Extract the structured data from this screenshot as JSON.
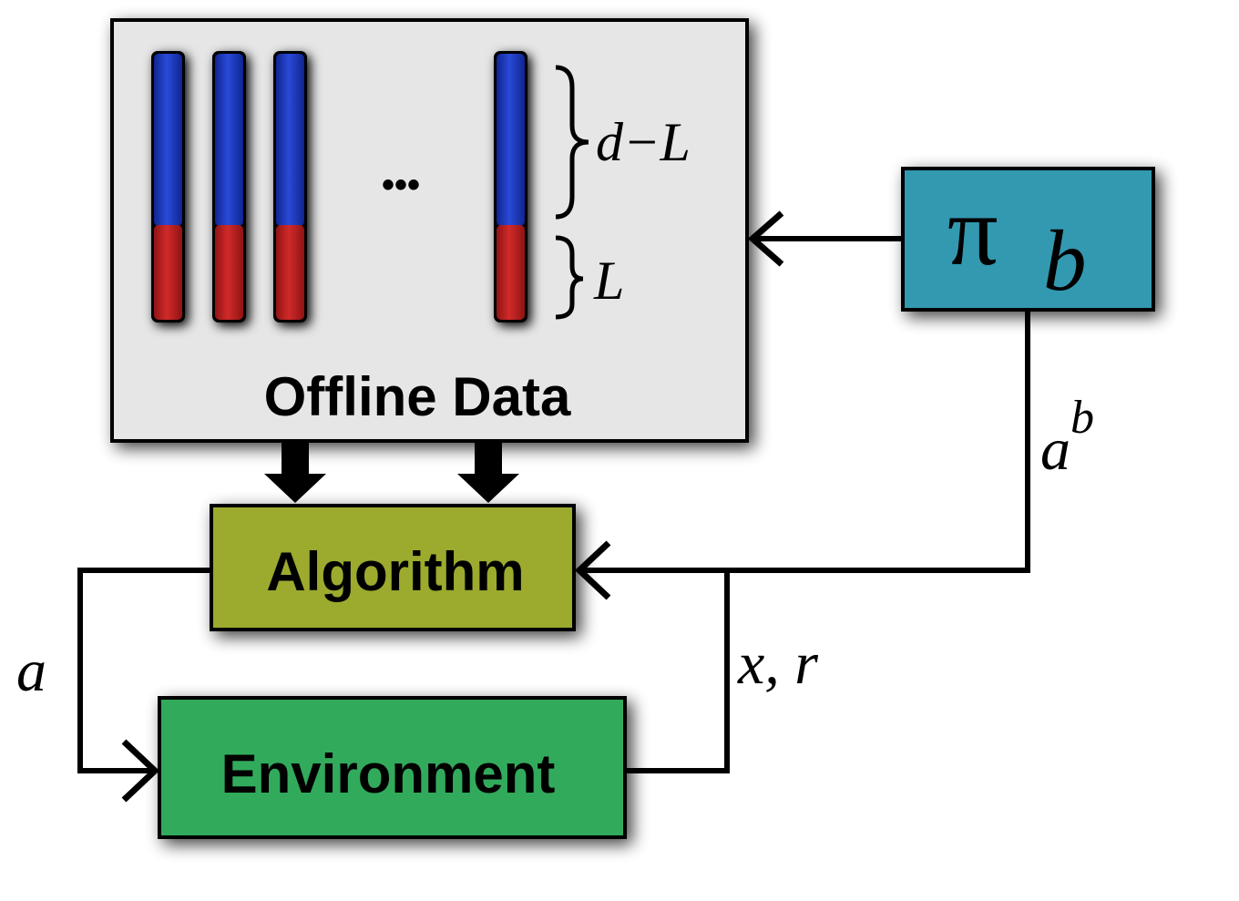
{
  "nodes": {
    "offline_data": {
      "label": "Offline Data",
      "fill": "#e6e6e6"
    },
    "behavior_policy": {
      "label_main": "π",
      "label_sub": "b",
      "fill": "#3399b0"
    },
    "algorithm": {
      "label": "Algorithm",
      "fill": "#9caa2e"
    },
    "environment": {
      "label": "Environment",
      "fill": "#33aa5c"
    }
  },
  "offline_columns": {
    "count_visible": 4,
    "ellipsis": "•••",
    "top_color": "#1f3dbd",
    "bottom_color": "#c01f1f",
    "brace_top_label": "d−L",
    "brace_bottom_label": "L"
  },
  "edge_labels": {
    "behavior_action": {
      "base": "a",
      "sup": "b"
    },
    "action": "a",
    "observation_reward": "x, r"
  }
}
